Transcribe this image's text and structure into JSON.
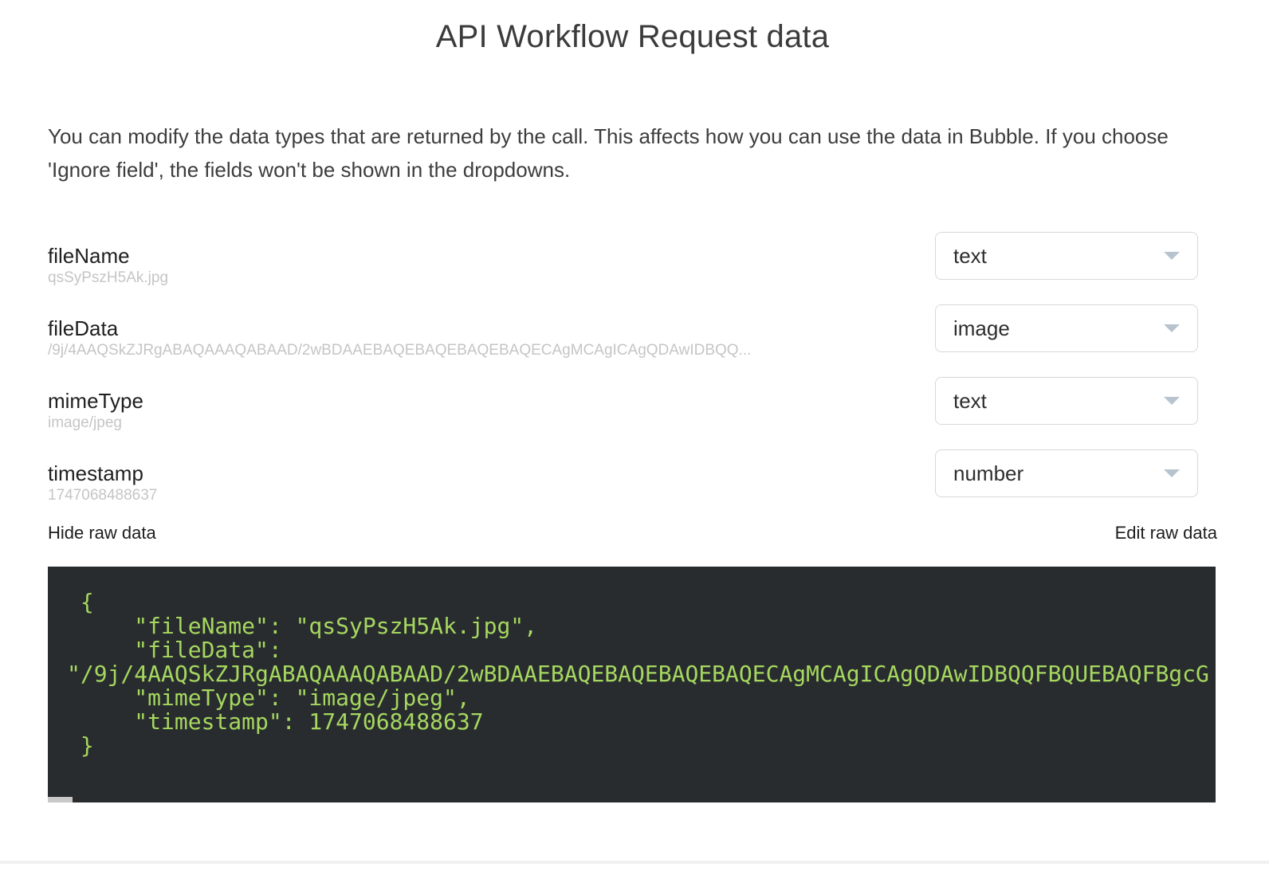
{
  "title": "API Workflow Request data",
  "description": "You can modify the data types that are returned by the call. This affects how you can use the data in Bubble. If you choose 'Ignore field', the fields won't be shown in the dropdowns.",
  "fields": [
    {
      "name": "fileName",
      "sample": "qsSyPszH5Ak.jpg",
      "type": "text"
    },
    {
      "name": "fileData",
      "sample": "/9j/4AAQSkZJRgABAQAAAQABAAD/2wBDAAEBAQEBAQEBAQEBAQECAgMCAgICAgQDAwIDBQQ...",
      "type": "image"
    },
    {
      "name": "mimeType",
      "sample": "image/jpeg",
      "type": "text"
    },
    {
      "name": "timestamp",
      "sample": "1747068488637",
      "type": "number"
    }
  ],
  "raw_data": {
    "hide_label": "Hide raw data",
    "edit_label": "Edit raw data",
    "code_lines": [
      " {",
      "     \"fileName\": \"qsSyPszH5Ak.jpg\",",
      "     \"fileData\":",
      "\"/9j/4AAQSkZJRgABAQAAAQABAAD/2wBDAAEBAQEBAQEBAQEBAQECAgMCAgICAgQDAwIDBQQFBQUEBAQFBgcG",
      "     \"mimeType\": \"image/jpeg\",",
      "     \"timestamp\": 1747068488637",
      " }"
    ]
  },
  "icons": {
    "dropdown_caret": "chevron-down"
  },
  "colors": {
    "code_background": "#282c2f",
    "code_text": "#a6d75f",
    "caret": "#b7c4cf",
    "sample_text": "#c5c5c5",
    "dropdown_border": "#d8d8d8",
    "scrollbar_thumb": "#c8c8c8",
    "divider": "#f1f1f1"
  }
}
